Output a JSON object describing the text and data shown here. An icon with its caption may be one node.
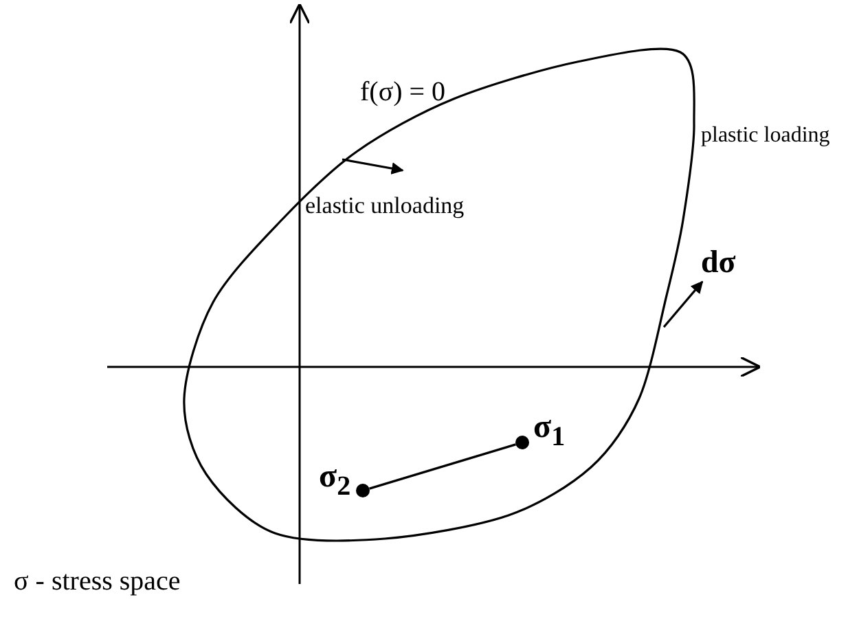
{
  "diagram": {
    "nodes": [
      {
        "text": [],
        "shape": "curve",
        "beside": [
          "f(σ) = 0"
        ]
      },
      {
        "text": [],
        "shape": "circle",
        "beside": [
          "σ$_{1}$"
        ],
        "in": 0
      },
      {
        "text": [],
        "shape": "circle",
        "beside": [
          "σ$_{2}$"
        ],
        "in": 0
      }
    ],
    "edges": [
      {
        "from": 0,
        "to": null,
        "arrow": "to",
        "label": "elastic unloading"
      },
      {
        "from": 0,
        "to": null,
        "arrow": "to",
        "label": "dσ"
      },
      {
        "from": 2,
        "to": 1,
        "arrow": "none"
      }
    ],
    "labels": [
      "plastic loading",
      "σ - stress space"
    ]
  }
}
